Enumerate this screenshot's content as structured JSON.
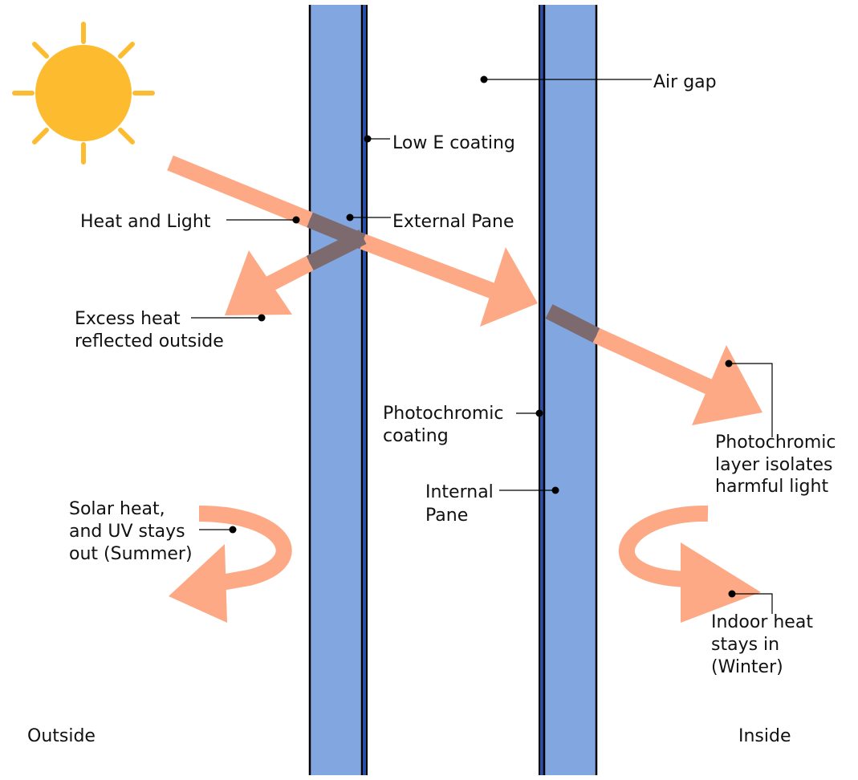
{
  "labels": {
    "air_gap": "Air gap",
    "low_e_coating": "Low E coating",
    "heat_and_light": "Heat and Light",
    "external_pane": "External Pane",
    "excess_heat": [
      "Excess heat",
      "reflected outside"
    ],
    "photochromic_coating": [
      "Photochromic",
      "coating"
    ],
    "photochromic_layer": [
      "Photochromic",
      "layer isolates",
      "harmful light"
    ],
    "internal_pane": [
      "Internal",
      "Pane"
    ],
    "solar_heat": [
      "Solar heat,",
      "and UV stays",
      "out (Summer)"
    ],
    "indoor_heat": [
      "Indoor heat",
      "stays in",
      "(Winter)"
    ],
    "outside": "Outside",
    "inside": "Inside"
  },
  "colors": {
    "sun": "#FDBB30",
    "pane": "#82A7E0",
    "coating": "#2B4FA8",
    "arrow": "#FDA985",
    "arrow_through_glass": "#7D6A6E",
    "line": "#000000"
  }
}
